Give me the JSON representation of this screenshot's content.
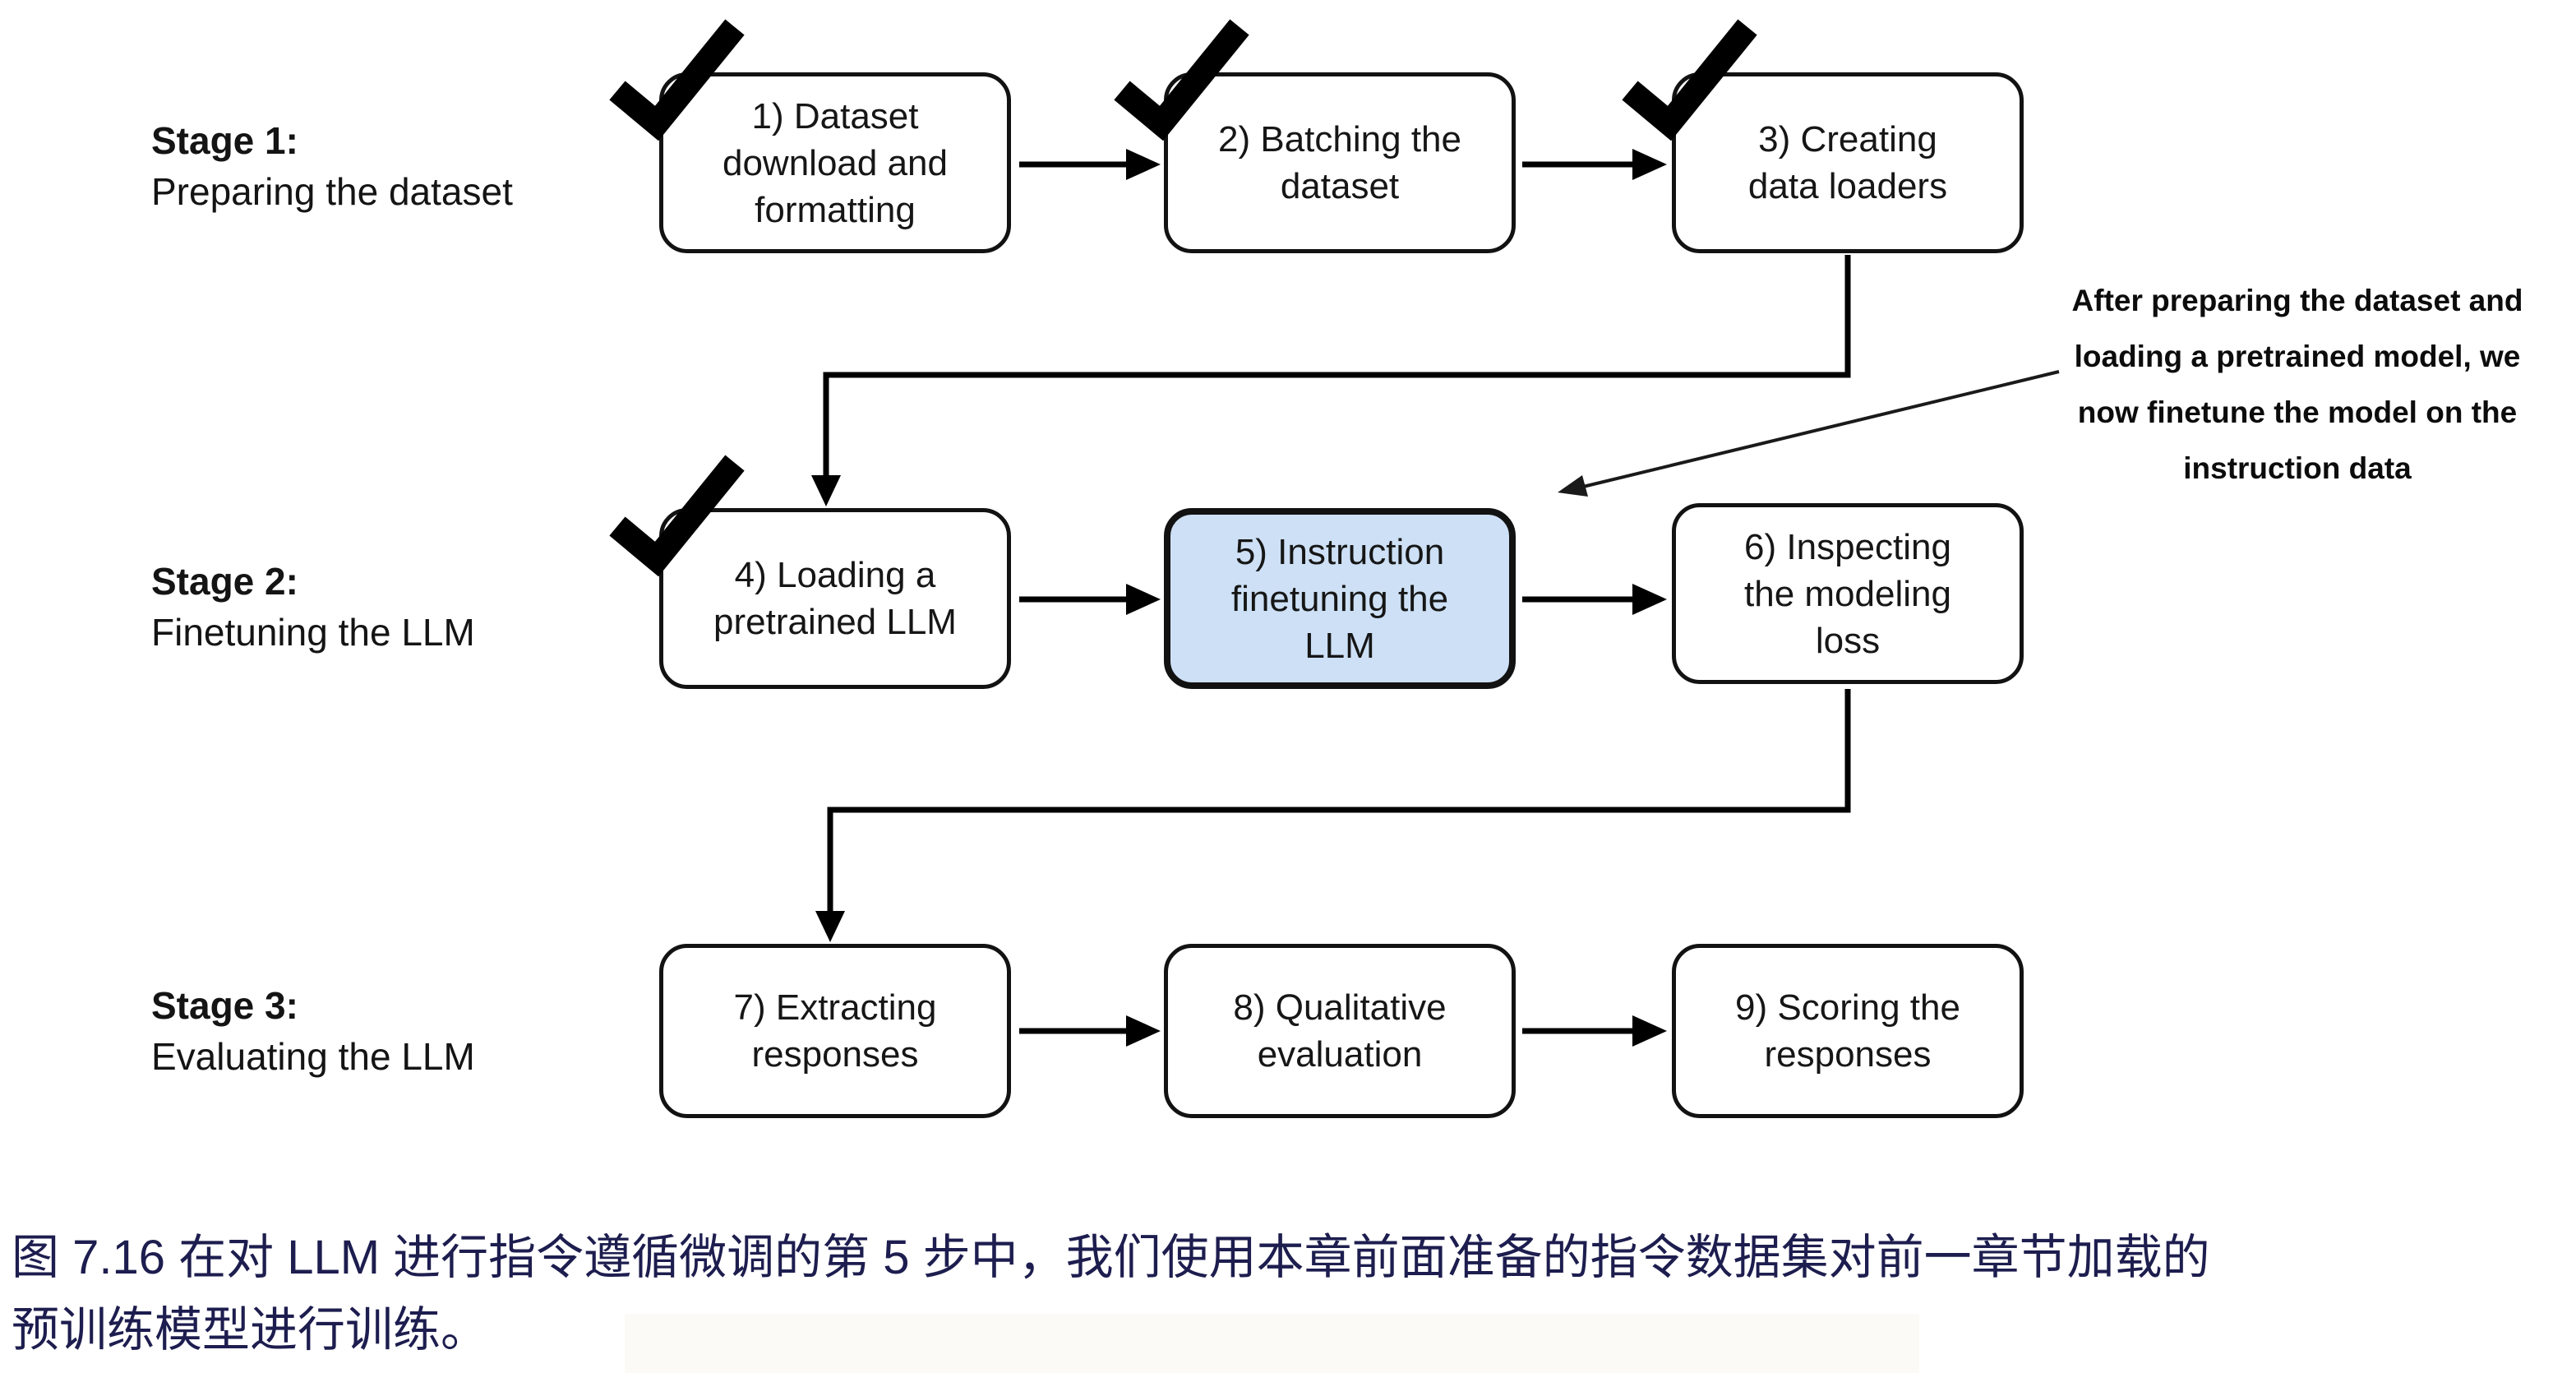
{
  "figure": {
    "stages": [
      {
        "title": "Stage 1:",
        "subtitle": "Preparing the dataset"
      },
      {
        "title": "Stage 2:",
        "subtitle": "Finetuning the LLM"
      },
      {
        "title": "Stage 3:",
        "subtitle": "Evaluating the LLM"
      }
    ],
    "boxes": [
      {
        "lines": [
          "1) Dataset",
          "download and",
          "formatting"
        ],
        "checked": true,
        "highlighted": false
      },
      {
        "lines": [
          "2) Batching the",
          "dataset"
        ],
        "checked": true,
        "highlighted": false
      },
      {
        "lines": [
          "3) Creating",
          "data loaders"
        ],
        "checked": true,
        "highlighted": false
      },
      {
        "lines": [
          "4) Loading a",
          "pretrained LLM"
        ],
        "checked": true,
        "highlighted": false
      },
      {
        "lines": [
          "5) Instruction",
          "finetuning the",
          "LLM"
        ],
        "checked": false,
        "highlighted": true
      },
      {
        "lines": [
          "6) Inspecting",
          "the modeling",
          "loss"
        ],
        "checked": false,
        "highlighted": false
      },
      {
        "lines": [
          "7) Extracting",
          "responses"
        ],
        "checked": false,
        "highlighted": false
      },
      {
        "lines": [
          "8) Qualitative",
          "evaluation"
        ],
        "checked": false,
        "highlighted": false
      },
      {
        "lines": [
          "9) Scoring the",
          "responses"
        ],
        "checked": false,
        "highlighted": false
      }
    ],
    "annotation": {
      "lines": [
        "After preparing the dataset and",
        "loading a pretrained model, we",
        "now finetune the model on the",
        "instruction data"
      ]
    },
    "colors": {
      "highlight_fill": "#cde0f5",
      "line_color": "#000000",
      "caption_text": "#1d1d4f"
    }
  },
  "caption": {
    "lines": [
      "图 7.16 在对 LLM 进行指令遵循微调的第 5 步中，我们使用本章前面准备的指令数据集对前一章节加载的",
      "预训练模型进行训练。"
    ]
  }
}
